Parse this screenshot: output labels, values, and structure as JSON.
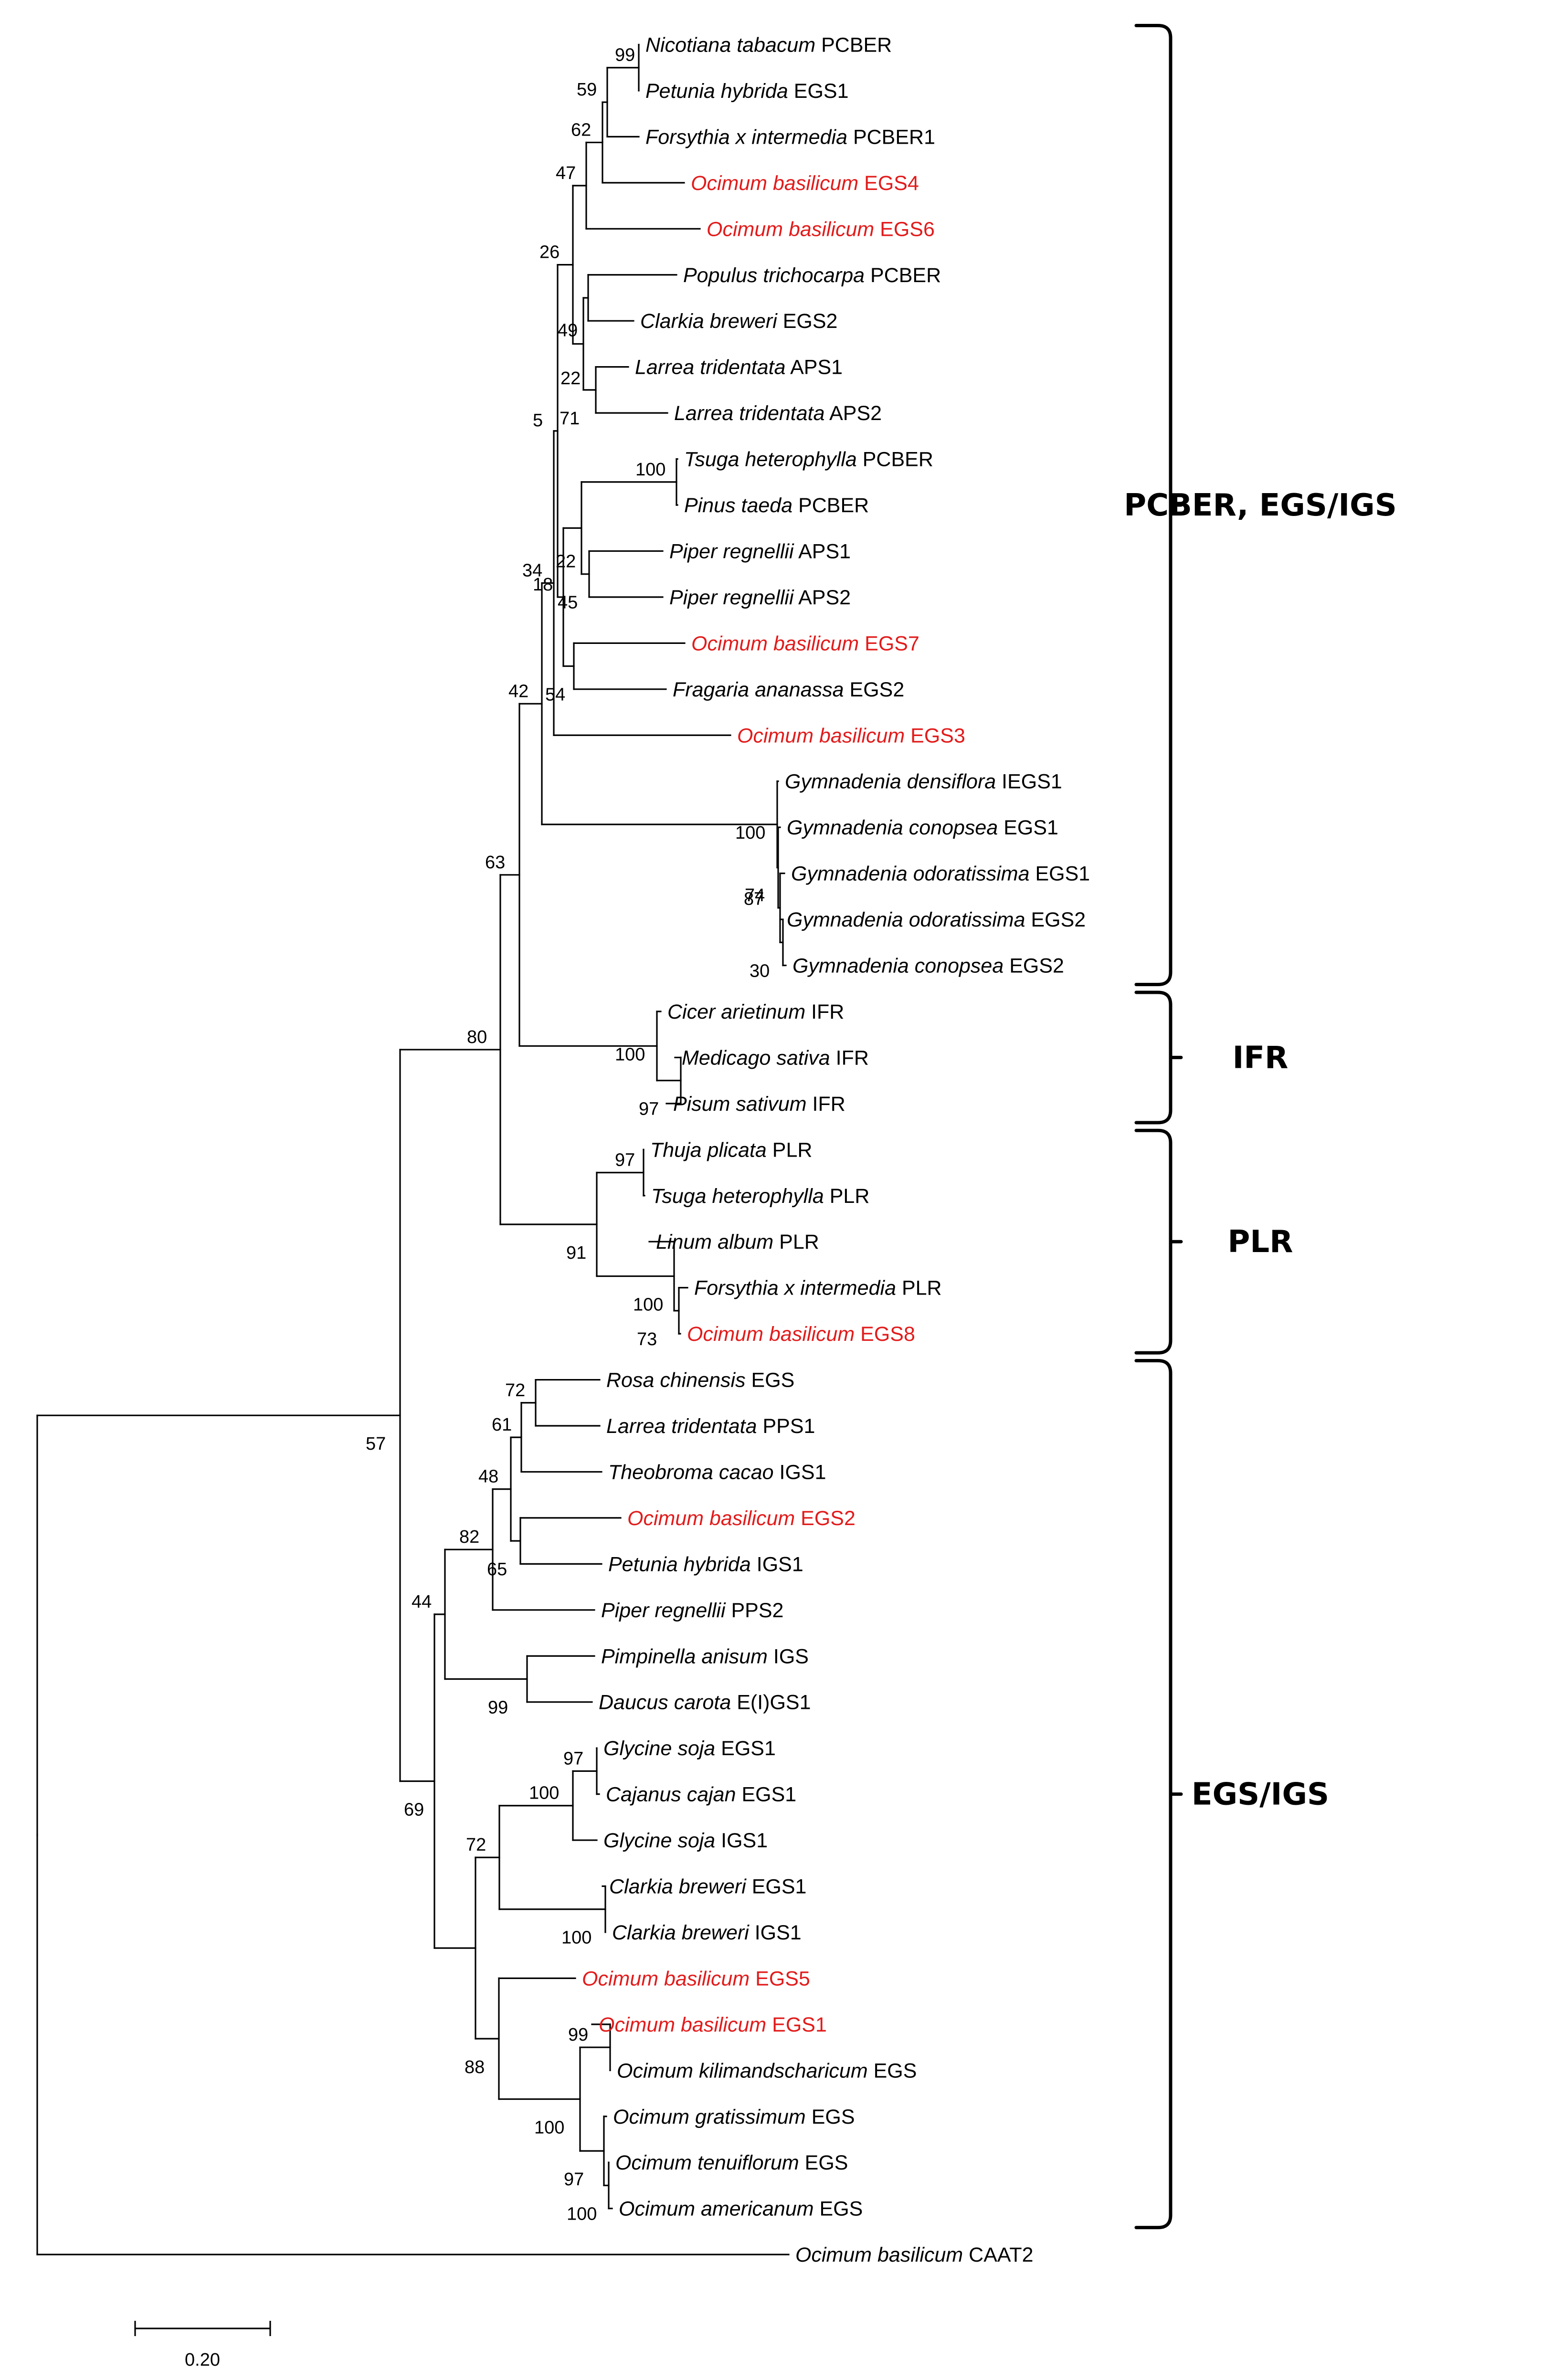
{
  "leaves": [
    {
      "species": "Nicotiana tabacum",
      "gene": "PCBER",
      "highlight": false
    },
    {
      "species": "Petunia hybrida",
      "gene": "EGS1",
      "highlight": false
    },
    {
      "species": "Forsythia x intermedia",
      "gene": "PCBER1",
      "highlight": false
    },
    {
      "species": "Ocimum basilicum",
      "gene": "EGS4",
      "highlight": true
    },
    {
      "species": "Ocimum basilicum",
      "gene": "EGS6",
      "highlight": true
    },
    {
      "species": "Populus trichocarpa",
      "gene": "PCBER",
      "highlight": false
    },
    {
      "species": "Clarkia breweri",
      "gene": "EGS2",
      "highlight": false
    },
    {
      "species": "Larrea tridentata",
      "gene": "APS1",
      "highlight": false
    },
    {
      "species": "Larrea tridentata",
      "gene": "APS2",
      "highlight": false
    },
    {
      "species": "Tsuga heterophylla",
      "gene": "PCBER",
      "highlight": false
    },
    {
      "species": "Pinus taeda",
      "gene": "PCBER",
      "highlight": false
    },
    {
      "species": "Piper regnellii",
      "gene": "APS1",
      "highlight": false
    },
    {
      "species": "Piper regnellii",
      "gene": "APS2",
      "highlight": false
    },
    {
      "species": "Ocimum basilicum",
      "gene": "EGS7",
      "highlight": true
    },
    {
      "species": "Fragaria ananassa",
      "gene": "EGS2",
      "highlight": false
    },
    {
      "species": "Ocimum basilicum",
      "gene": "EGS3",
      "highlight": true
    },
    {
      "species": "Gymnadenia densiflora",
      "gene": "IEGS1",
      "highlight": false
    },
    {
      "species": "Gymnadenia conopsea",
      "gene": "EGS1",
      "highlight": false
    },
    {
      "species": "Gymnadenia odoratissima",
      "gene": "EGS1",
      "highlight": false
    },
    {
      "species": "Gymnadenia odoratissima",
      "gene": "EGS2",
      "highlight": false
    },
    {
      "species": "Gymnadenia conopsea",
      "gene": "EGS2",
      "highlight": false
    },
    {
      "species": "Cicer arietinum",
      "gene": "IFR",
      "highlight": false
    },
    {
      "species": "Medicago sativa",
      "gene": "IFR",
      "highlight": false
    },
    {
      "species": "Pisum sativum",
      "gene": "IFR",
      "highlight": false
    },
    {
      "species": "Thuja plicata",
      "gene": "PLR",
      "highlight": false
    },
    {
      "species": "Tsuga heterophylla",
      "gene": "PLR",
      "highlight": false
    },
    {
      "species": "Linum album",
      "gene": "PLR",
      "highlight": false
    },
    {
      "species": "Forsythia x intermedia",
      "gene": "PLR",
      "highlight": false
    },
    {
      "species": "Ocimum basilicum",
      "gene": "EGS8",
      "highlight": true
    },
    {
      "species": "Rosa chinensis",
      "gene": "EGS",
      "highlight": false
    },
    {
      "species": "Larrea tridentata",
      "gene": "PPS1",
      "highlight": false
    },
    {
      "species": "Theobroma cacao",
      "gene": "IGS1",
      "highlight": false
    },
    {
      "species": "Ocimum basilicum",
      "gene": "EGS2",
      "highlight": true
    },
    {
      "species": "Petunia hybrida",
      "gene": "IGS1",
      "highlight": false
    },
    {
      "species": "Piper regnellii",
      "gene": "PPS2",
      "highlight": false
    },
    {
      "species": "Pimpinella anisum",
      "gene": "IGS",
      "highlight": false
    },
    {
      "species": "Daucus carota",
      "gene": "E(I)GS1",
      "highlight": false
    },
    {
      "species": "Glycine soja",
      "gene": "EGS1",
      "highlight": false
    },
    {
      "species": "Cajanus cajan",
      "gene": "EGS1",
      "highlight": false
    },
    {
      "species": "Glycine soja",
      "gene": "IGS1",
      "highlight": false
    },
    {
      "species": "Clarkia breweri",
      "gene": "EGS1",
      "highlight": false
    },
    {
      "species": "Clarkia breweri",
      "gene": "IGS1",
      "highlight": false
    },
    {
      "species": "Ocimum basilicum",
      "gene": "EGS5",
      "highlight": true
    },
    {
      "species": "Ocimum basilicum",
      "gene": "EGS1",
      "highlight": true
    },
    {
      "species": "Ocimum kilimandscharicum",
      "gene": "EGS",
      "highlight": false
    },
    {
      "species": "Ocimum gratissimum",
      "gene": "EGS",
      "highlight": false
    },
    {
      "species": "Ocimum tenuiflorum",
      "gene": "EGS",
      "highlight": false
    },
    {
      "species": "Ocimum americanum",
      "gene": "EGS",
      "highlight": false
    },
    {
      "species": "Ocimum basilicum",
      "gene": "CAAT2",
      "highlight": false
    }
  ],
  "bootstrap": [
    "99",
    "59",
    "62",
    "47",
    "26",
    "49",
    "22",
    "5",
    "71",
    "100",
    "18",
    "22",
    "45",
    "34",
    "54",
    "42",
    "100",
    "74",
    "87",
    "30",
    "63",
    "80",
    "100",
    "97",
    "97",
    "91",
    "100",
    "73",
    "72",
    "61",
    "48",
    "82",
    "65",
    "44",
    "99",
    "97",
    "100",
    "72",
    "100",
    "69",
    "88",
    "99",
    "100",
    "97",
    "100",
    "57"
  ],
  "clades": [
    {
      "label": "PCBER, EGS/IGS"
    },
    {
      "label": "IFR"
    },
    {
      "label": "PLR"
    },
    {
      "label": "EGS/IGS"
    }
  ],
  "scale": {
    "label": "0.20",
    "value": 0.2
  },
  "colors": {
    "highlight": "#e21b1b",
    "line": "#000000"
  }
}
